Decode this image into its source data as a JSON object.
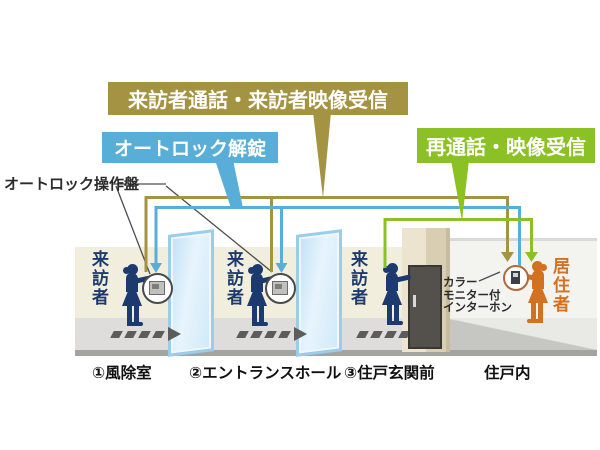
{
  "title_banners": {
    "visitor_call": "来訪者通話・来訪者映像受信",
    "autolock_unlock": "オートロック解錠",
    "recall": "再通話・映像受信"
  },
  "labels": {
    "operation_panel": "オートロック操作盤",
    "intercom": "カラー\nモニター付\nインターホン"
  },
  "actors": {
    "visitor": "来訪者",
    "resident": "居住者"
  },
  "zones": [
    "①風除室",
    "②エントランスホール",
    "③住戸玄関前",
    "住戸内"
  ],
  "colors": {
    "visitor_call_line": "#a59344",
    "autolock_line": "#58aed6",
    "recall_line": "#8cc125",
    "visitor": "#1d3a6e",
    "resident": "#d2711f"
  }
}
